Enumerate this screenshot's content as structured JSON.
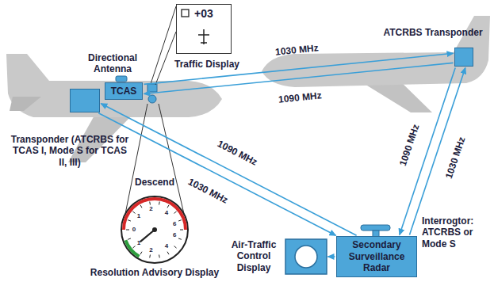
{
  "diagram": {
    "nodes": [
      {
        "text": [
          "ATCRBS Transponder"
        ]
      },
      {
        "text": [
          "+03",
          "Traffic Display"
        ]
      },
      {
        "text": [
          "TCAS"
        ]
      },
      {
        "text": [
          "Transponder (ATCRBS for TCAS I, Mode S for TCAS II, III)"
        ]
      },
      {
        "text": [
          "Descend",
          "Resolution Advisory Display"
        ]
      },
      {
        "text": [
          "Air-Traffic Control Display"
        ]
      },
      {
        "text": [
          "Secondary Surveillance Radar"
        ]
      }
    ],
    "edges": [
      {
        "from": 2,
        "to": 0,
        "label": "1030 MHz",
        "arrow": "to"
      },
      {
        "from": 0,
        "to": 2,
        "label": "1090 MHz",
        "arrow": "to"
      },
      {
        "from": 6,
        "to": 3,
        "label": "1090 MHz",
        "arrow": "to"
      },
      {
        "from": 3,
        "to": 6,
        "label": "1030 MHz",
        "arrow": "to"
      },
      {
        "from": 6,
        "to": 0,
        "label": "1030 MHz",
        "arrow": "to"
      },
      {
        "from": 0,
        "to": 6,
        "label": "1090 MHz",
        "arrow": "to"
      },
      {
        "from": 6,
        "to": 5,
        "arrow": "to"
      }
    ],
    "labels": [
      "Directional Antenna",
      "Interrogtor: ATCRBS or Mode S",
      "0",
      "1",
      "2",
      "4",
      "6",
      "1",
      "2",
      "4",
      "6"
    ]
  }
}
